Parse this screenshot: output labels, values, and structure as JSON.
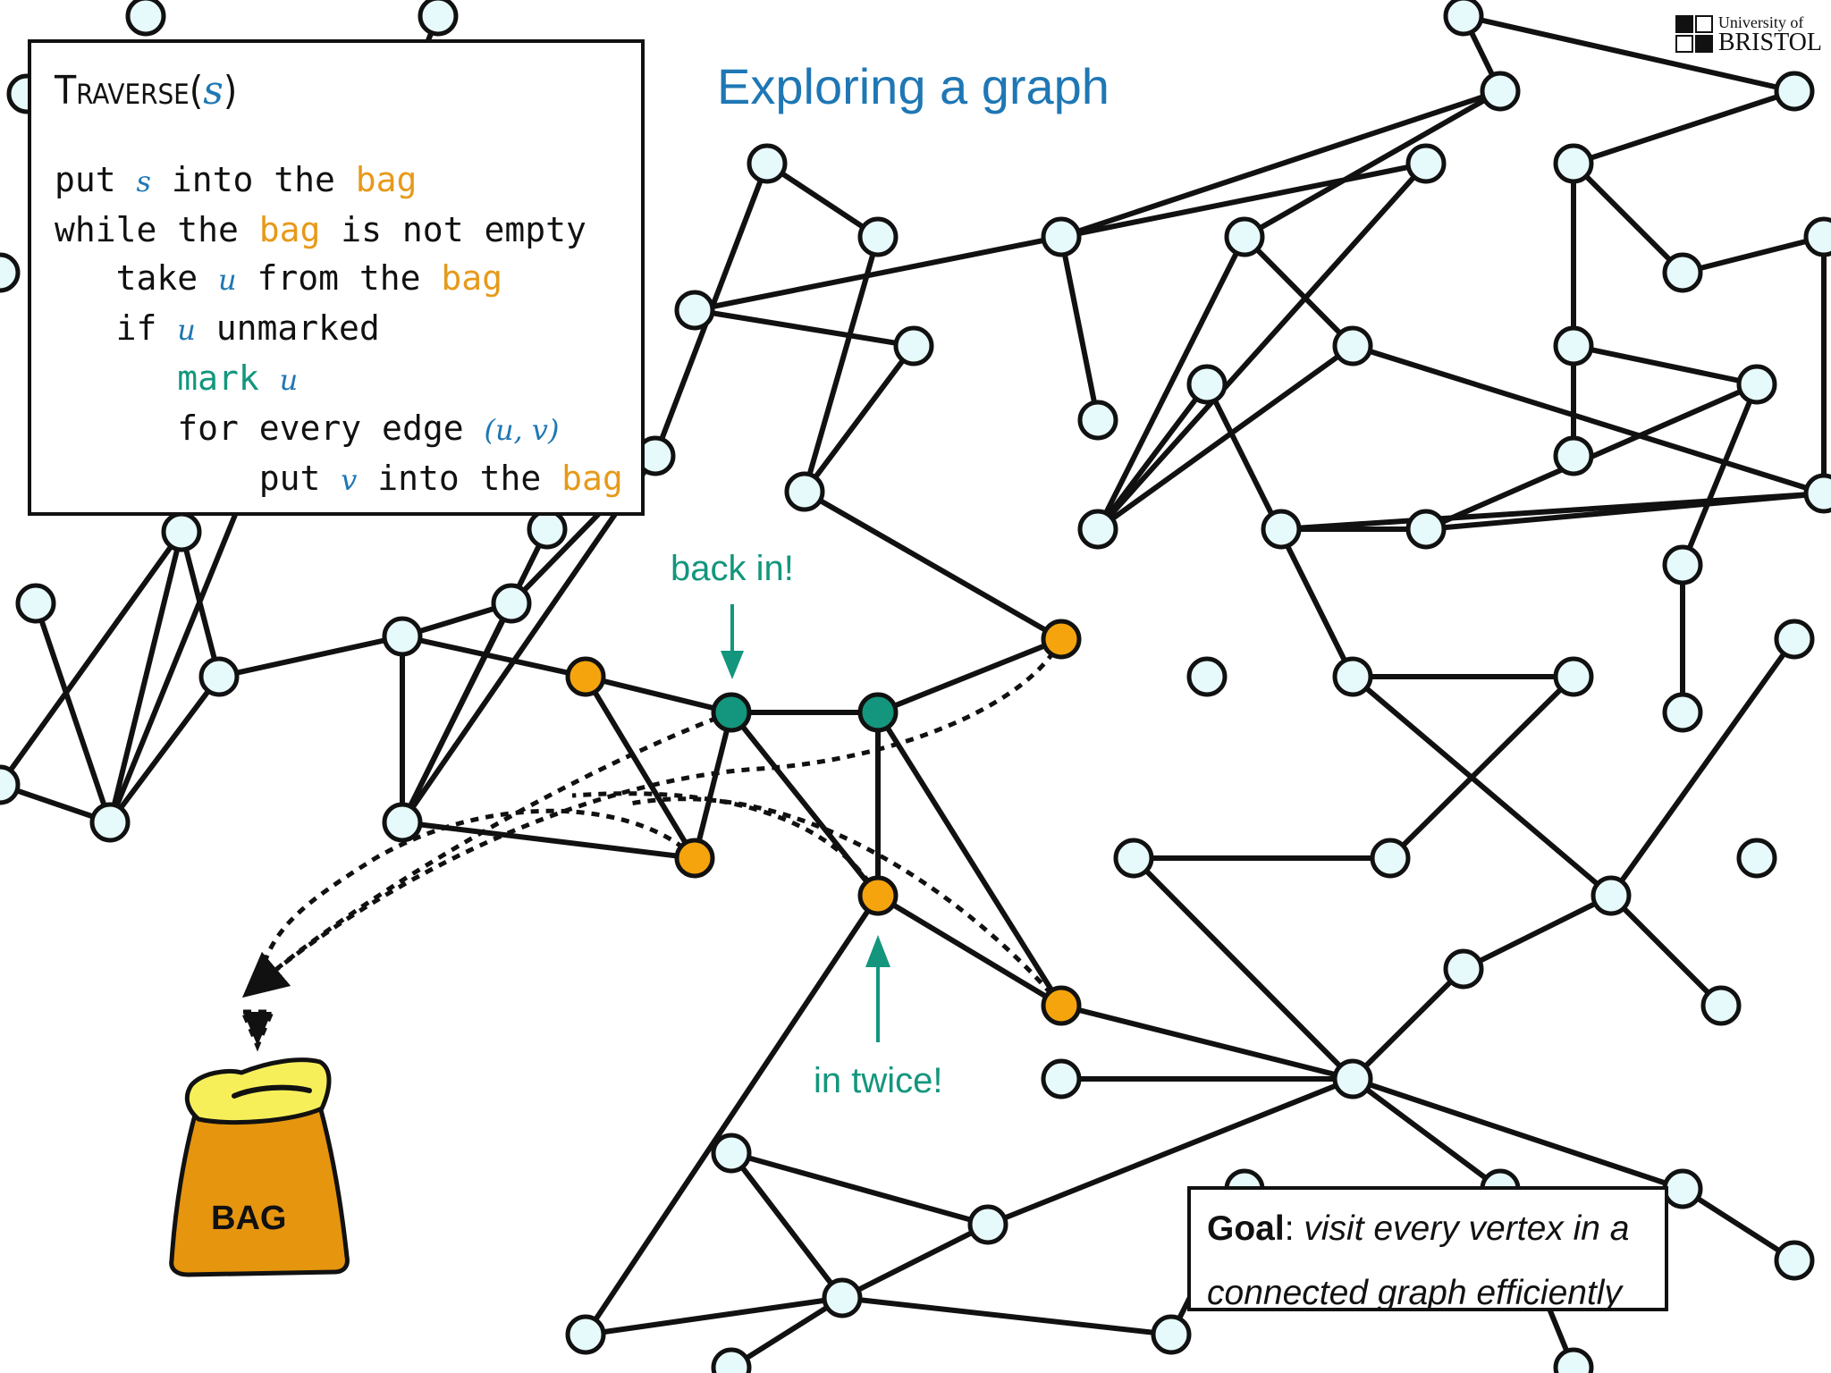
{
  "slide": {
    "title": "Exploring a graph",
    "logo": {
      "line1": "University of",
      "line2": "BRISTOL"
    }
  },
  "pseudocode": {
    "procedure_name": "Traverse",
    "procedure_param": "s",
    "lines": [
      {
        "indent": 0,
        "parts": [
          [
            "put ",
            "t"
          ],
          [
            "s",
            "v"
          ],
          [
            " into the ",
            "t"
          ],
          [
            "bag",
            "b"
          ]
        ]
      },
      {
        "indent": 0,
        "parts": [
          [
            "while the ",
            "t"
          ],
          [
            "bag",
            "b"
          ],
          [
            " is not empty",
            "t"
          ]
        ]
      },
      {
        "indent": 1,
        "parts": [
          [
            "take ",
            "t"
          ],
          [
            "u",
            "v"
          ],
          [
            " from the ",
            "t"
          ],
          [
            "bag",
            "b"
          ]
        ]
      },
      {
        "indent": 1,
        "parts": [
          [
            "if ",
            "t"
          ],
          [
            "u",
            "v"
          ],
          [
            " unmarked",
            "t"
          ]
        ]
      },
      {
        "indent": 2,
        "parts": [
          [
            "mark ",
            "m"
          ],
          [
            "u",
            "v"
          ]
        ]
      },
      {
        "indent": 2,
        "parts": [
          [
            "for every edge ",
            "t"
          ],
          [
            "(u, v)",
            "v"
          ]
        ]
      },
      {
        "indent": 3,
        "parts": [
          [
            "put ",
            "t"
          ],
          [
            "v",
            "v"
          ],
          [
            " into the ",
            "t"
          ],
          [
            "bag",
            "b"
          ]
        ]
      }
    ]
  },
  "annotations": {
    "back_in": "back in!",
    "in_twice": "in twice!",
    "bag_label": "BAG"
  },
  "goal": {
    "label": "Goal",
    "text": "visit every vertex in a connected graph efficiently"
  },
  "colors": {
    "title": "#1f77b4",
    "variable": "#1f77b4",
    "bag": "#e69a1a",
    "mark": "#13967d",
    "node_fill": "#e6f9fb",
    "node_marked": "#13967d",
    "node_in_bag": "#f5a40e",
    "bag_body": "#e6950f",
    "bag_top": "#f7ef5a"
  },
  "graph": {
    "node_states": {
      "marked": [
        "M1",
        "M2"
      ],
      "in_bag": [
        "O1",
        "O2",
        "O3",
        "O4",
        "O5"
      ]
    }
  }
}
